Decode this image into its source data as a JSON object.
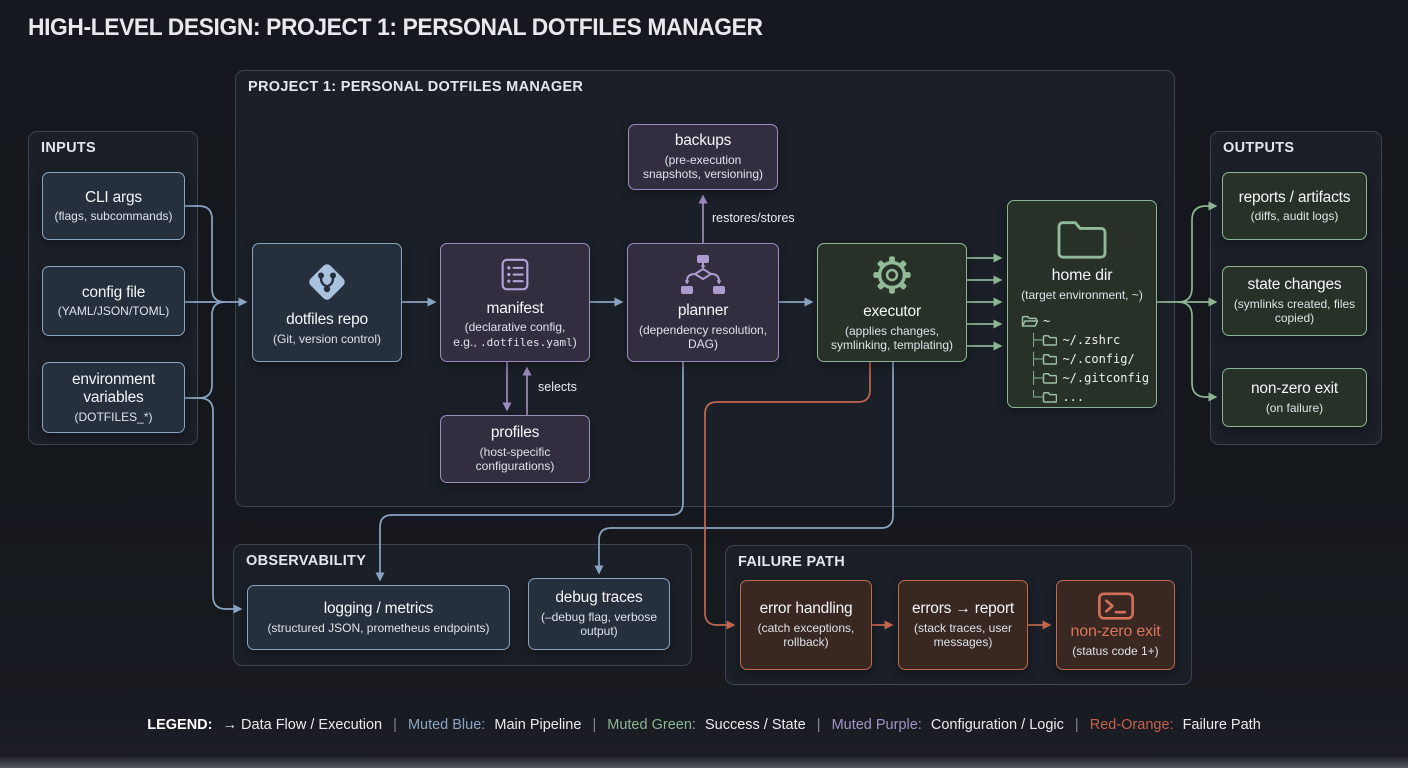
{
  "title": "HIGH-LEVEL DESIGN: PROJECT 1: PERSONAL DOTFILES MANAGER",
  "inputs": {
    "label": "INPUTS",
    "cli_args": {
      "title": "CLI args",
      "subtitle": "(flags, subcommands)"
    },
    "config_file": {
      "title": "config file",
      "subtitle": "(YAML/JSON/TOML)"
    },
    "env_vars": {
      "title": "environment variables",
      "subtitle": "(DOTFILES_*)"
    }
  },
  "main": {
    "label": "PROJECT 1: PERSONAL DOTFILES MANAGER",
    "backups": {
      "title": "backups",
      "subtitle": "(pre-execution snapshots, versioning)"
    },
    "dotfiles_repo": {
      "title": "dotfiles repo",
      "subtitle": "(Git, version control)",
      "icon": "git-icon"
    },
    "manifest": {
      "title": "manifest",
      "sub1": "(declarative config,",
      "sub2a": "e.g., ",
      "sub2b": ".dotfiles.yaml",
      "sub2c": ")",
      "icon": "list-icon"
    },
    "planner": {
      "title": "planner",
      "subtitle": "(dependency resolution, DAG)",
      "icon": "dag-icon"
    },
    "executor": {
      "title": "executor",
      "subtitle": "(applies changes, symlinking, templating)",
      "icon": "gear-icon"
    },
    "profiles": {
      "title": "profiles",
      "subtitle": "(host-specific configurations)"
    },
    "home_dir": {
      "title": "home dir",
      "subtitle": "(target environment, ~)",
      "icon": "folder-icon",
      "tree_root": "~",
      "tree": [
        {
          "branch": "├─",
          "path": "~/.zshrc"
        },
        {
          "branch": "├─",
          "path": "~/.config/"
        },
        {
          "branch": "├─",
          "path": "~/.gitconfig"
        },
        {
          "branch": "└─",
          "path": "..."
        }
      ]
    },
    "edge_labels": {
      "restores_stores": "restores/stores",
      "selects": "selects"
    }
  },
  "outputs": {
    "label": "OUTPUTS",
    "reports": {
      "title": "reports / artifacts",
      "subtitle": "(diffs, audit logs)"
    },
    "state_changes": {
      "title": "state changes",
      "subtitle": "(symlinks created, files copied)"
    },
    "non_zero_exit": {
      "title": "non-zero exit",
      "subtitle": "(on failure)"
    }
  },
  "observability": {
    "label": "OBSERVABILITY",
    "logging": {
      "title": "logging / metrics",
      "subtitle": "(structured JSON, prometheus endpoints)"
    },
    "debug": {
      "title": "debug traces",
      "subtitle": "(–debug flag, verbose output)"
    }
  },
  "failure_path": {
    "label": "FAILURE PATH",
    "error_handling": {
      "title": "error handling",
      "subtitle": "(catch exceptions, rollback)"
    },
    "errors_report": {
      "title": "errors → report",
      "subtitle": "(stack traces, user messages)"
    },
    "non_zero_exit": {
      "title": "non-zero exit",
      "subtitle": "(status code 1+)",
      "icon": "terminal-icon"
    }
  },
  "legend": {
    "label": "LEGEND:",
    "flow": "→ Data Flow / Execution",
    "sep": "|",
    "blue_name": "Muted Blue:",
    "blue_desc": "Main Pipeline",
    "green_name": "Muted Green:",
    "green_desc": "Success / State",
    "purple_name": "Muted Purple:",
    "purple_desc": "Configuration / Logic",
    "red_name": "Red-Orange:",
    "red_desc": "Failure Path"
  },
  "colors": {
    "muted_blue": "#8aa5c3",
    "muted_green": "#8cb593",
    "muted_purple": "#9b8cc0",
    "red_orange": "#c2674f",
    "background": "#14171c"
  }
}
